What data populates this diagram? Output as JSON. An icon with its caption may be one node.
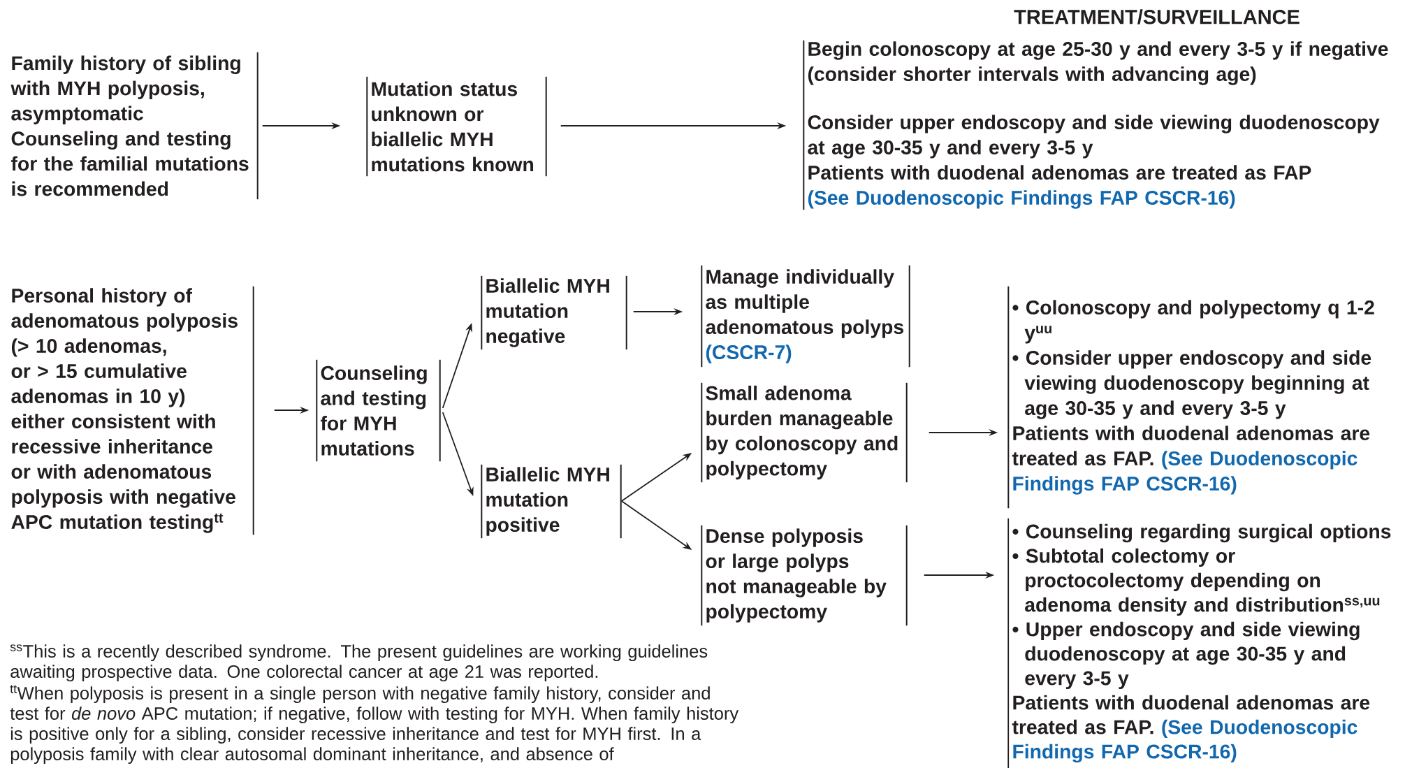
{
  "diagram": {
    "nodes": [
      {
        "text": [
          "Family history of sibling with MYH polyposis, asymptomatic",
          "Counseling and testing for the familial mutations is recommended"
        ]
      },
      {
        "text": [
          "Mutation status unknown or biallelic MYH mutations known"
        ]
      },
      {
        "text": [
          "Begin colonoscopy at age 25-30 y and every 3-5 y if negative (consider shorter intervals with advancing age)",
          "Consider upper endoscopy and side viewing duodenoscopy at age 30-35 y and every 3-5 y",
          "Patients with duodenal adenomas are treated as FAP",
          "(See Duodenoscopic Findings FAP CSCR-16)"
        ]
      },
      {
        "text": [
          "Personal history of adenomatous polyposis (> 10 adenomas, or > 15 cumulative adenomas in 10 y) either consistent with recessive inheritance or with adenomatous polyposis with negative APC mutation testing$^{tt}$"
        ]
      },
      {
        "text": [
          "Counseling and testing for MYH mutations"
        ]
      },
      {
        "text": [
          "Biallelic MYH mutation negative"
        ]
      },
      {
        "text": [
          "Biallelic MYH mutation positive"
        ]
      },
      {
        "text": [
          "Manage individually as multiple adenomatous polyps",
          "(CSCR-7)"
        ]
      },
      {
        "text": [
          "Small adenoma burden manageable by colonoscopy and polypectomy"
        ]
      },
      {
        "text": [
          "Dense polyposis or large polyps not manageable by polypectomy"
        ]
      },
      {
        "text": [
          "• Colonoscopy and polypectomy q 1-2 y$^{uu}$",
          "• Consider upper endoscopy and side viewing duodenoscopy beginning at age 30-35 y and every 3-5 y",
          "Patients with duodenal adenomas are treated as FAP.",
          "(See Duodenoscopic Findings FAP CSCR-16)"
        ]
      },
      {
        "text": [
          "• Counseling regarding surgical options",
          "• Subtotal colectomy or proctocolectomy depending on adenoma density and distribution$^{ss,uu}$",
          "• Upper endoscopy and side viewing duodenoscopy at age 30-35 y and every 3-5 y",
          "Patients with duodenal adenomas are treated as FAP.",
          "(See Duodenoscopic Findings FAP CSCR-16)"
        ]
      }
    ],
    "edges": [
      {
        "from": 0,
        "to": 1,
        "arrow": "to"
      },
      {
        "from": 1,
        "to": 2,
        "arrow": "to"
      },
      {
        "from": 3,
        "to": 4,
        "arrow": "to"
      },
      {
        "from": 4,
        "to": 5,
        "arrow": "to"
      },
      {
        "from": 4,
        "to": 6,
        "arrow": "to"
      },
      {
        "from": 5,
        "to": 7,
        "arrow": "to"
      },
      {
        "from": 6,
        "to": 8,
        "arrow": "to"
      },
      {
        "from": 6,
        "to": 9,
        "arrow": "to"
      },
      {
        "from": 8,
        "to": 10,
        "arrow": "to"
      },
      {
        "from": 9,
        "to": 11,
        "arrow": "to"
      }
    ],
    "labels": [
      "TREATMENT/SURVEILLANCE",
      "$^{ss}$This is a recently described syndrome.  The present guidelines are working guidelines awaiting prospective data.  One colorectal cancer at age 21 was reported.",
      "$^{tt}$When polyposis is present in a single person with negative family history, consider and test for *de novo* APC mutation; if negative, follow with testing for MYH.  When family history is positive only for a sibling, consider recessive inheritance and test for MYH first.  In a polyposis family with clear autosomal dominant inheritance, and absence of"
    ]
  }
}
